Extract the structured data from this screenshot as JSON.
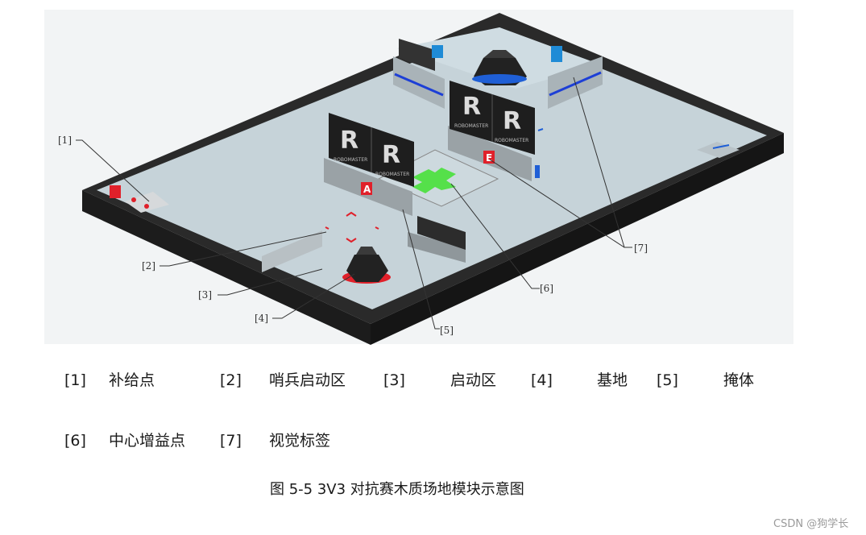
{
  "callouts": [
    "[1]",
    "[2]",
    "[3]",
    "[4]",
    "[5]",
    "[6]",
    "[7]"
  ],
  "legend": {
    "row1": [
      {
        "num": "[1]",
        "label": "补给点"
      },
      {
        "num": "[2]",
        "label": "哨兵启动区"
      },
      {
        "num": "[3]",
        "label": "启动区"
      },
      {
        "num": "[4]",
        "label": "基地"
      },
      {
        "num": "[5]",
        "label": "掩体"
      }
    ],
    "row2": [
      {
        "num": "[6]",
        "label": "中心增益点"
      },
      {
        "num": "[7]",
        "label": "视觉标签"
      }
    ]
  },
  "banner_text": "ROBOMASTER",
  "caption": "图  5-5 3V3 对抗赛木质场地模块示意图",
  "watermark": "CSDN @狗学长",
  "colors": {
    "floor": "#c6d3d9",
    "wall": "#2e2e2e",
    "red_team": "#e0202a",
    "blue_team": "#1f8bd6",
    "buff_zone": "#55e04a"
  }
}
